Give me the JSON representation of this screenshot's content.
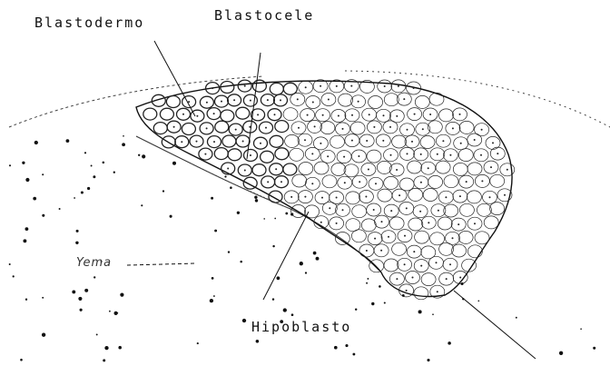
{
  "labels": {
    "blastodermo": "Blastodermo",
    "blastocele": "Blastocele",
    "hipoblasto": "Hipoblasto",
    "yema": "Yema"
  },
  "colors": {
    "ink": "#111111",
    "background": "#ffffff"
  }
}
